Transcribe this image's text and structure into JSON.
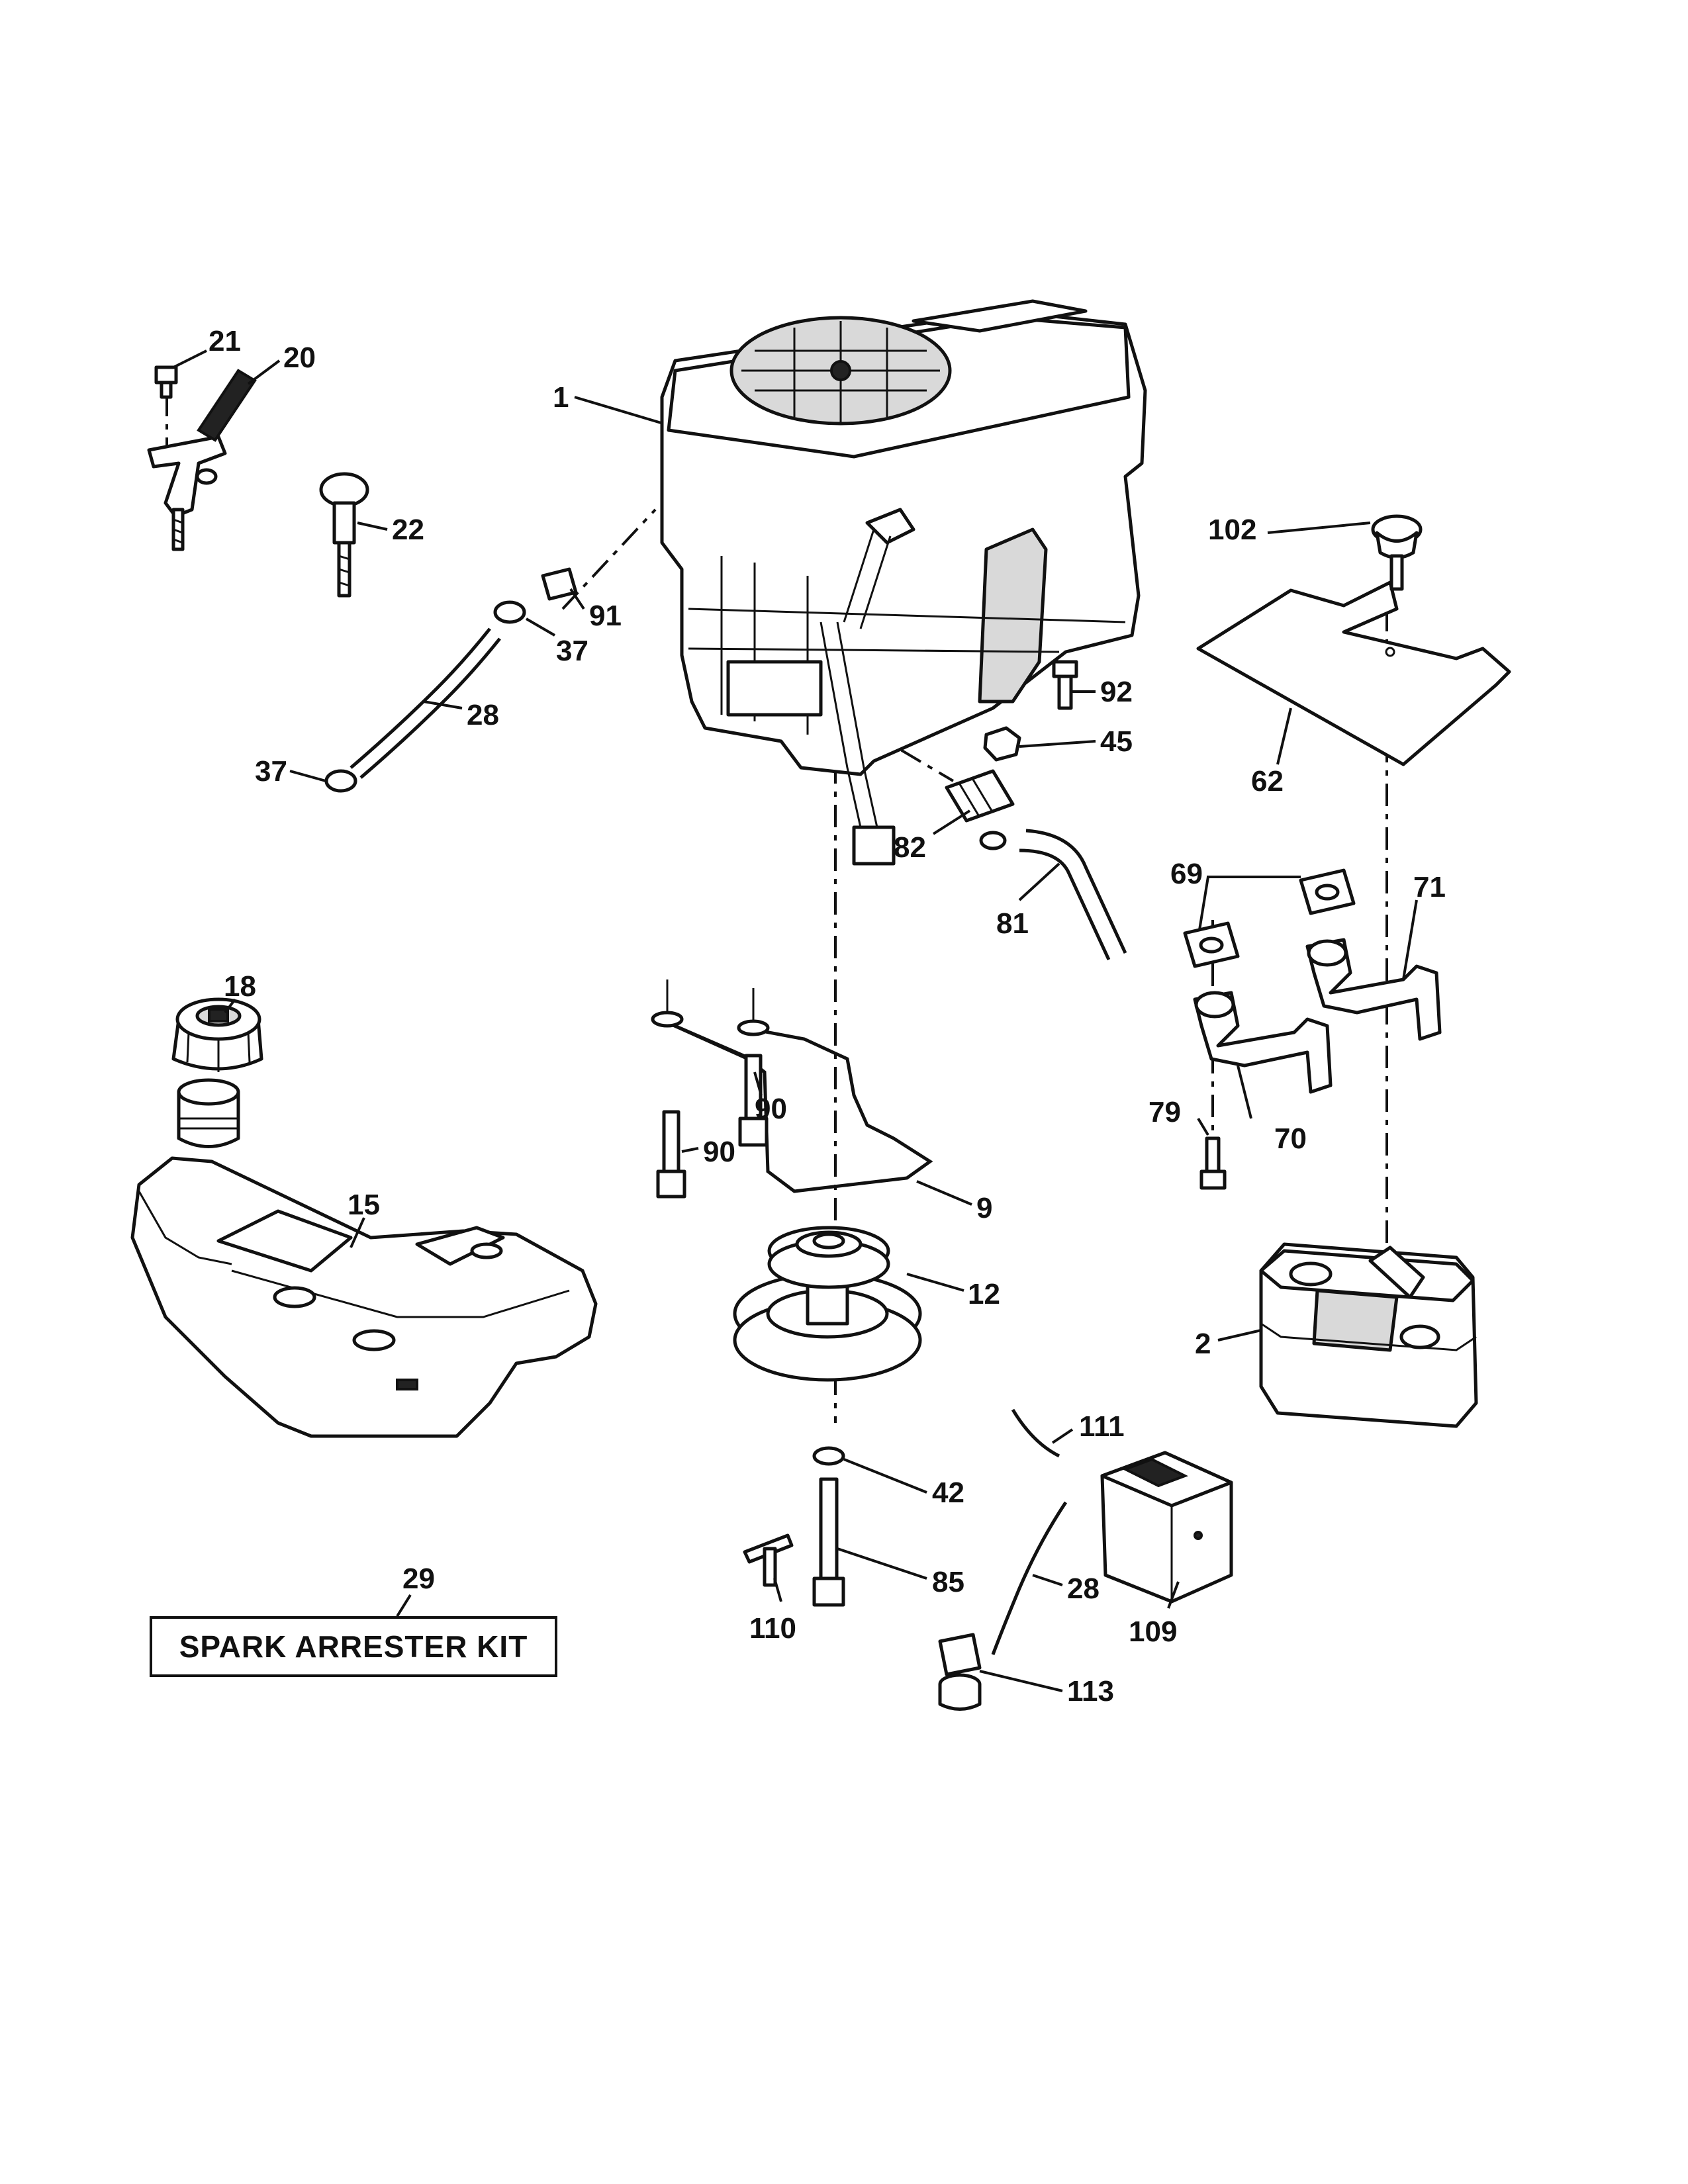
{
  "callouts": {
    "c1": "1",
    "c2": "2",
    "c9": "9",
    "c12": "12",
    "c15": "15",
    "c18": "18",
    "c20": "20",
    "c21": "21",
    "c22": "22",
    "c28a": "28",
    "c28b": "28",
    "c29": "29",
    "c37a": "37",
    "c37b": "37",
    "c42": "42",
    "c45": "45",
    "c62": "62",
    "c69": "69",
    "c70": "70",
    "c71": "71",
    "c79": "79",
    "c81": "81",
    "c82": "82",
    "c85": "85",
    "c90a": "90",
    "c90b": "90",
    "c91": "91",
    "c92": "92",
    "c102": "102",
    "c109": "109",
    "c110": "110",
    "c111": "111",
    "c113": "113"
  },
  "kit_label": "SPARK ARRESTER KIT",
  "icons": {
    "engine": "engine-icon",
    "muffler": "muffler-icon",
    "fuel_tank": "fuel-tank-icon",
    "fuel_cap": "fuel-cap-icon",
    "pulley": "pulley-icon",
    "fuel_filter": "fuel-filter-icon"
  }
}
